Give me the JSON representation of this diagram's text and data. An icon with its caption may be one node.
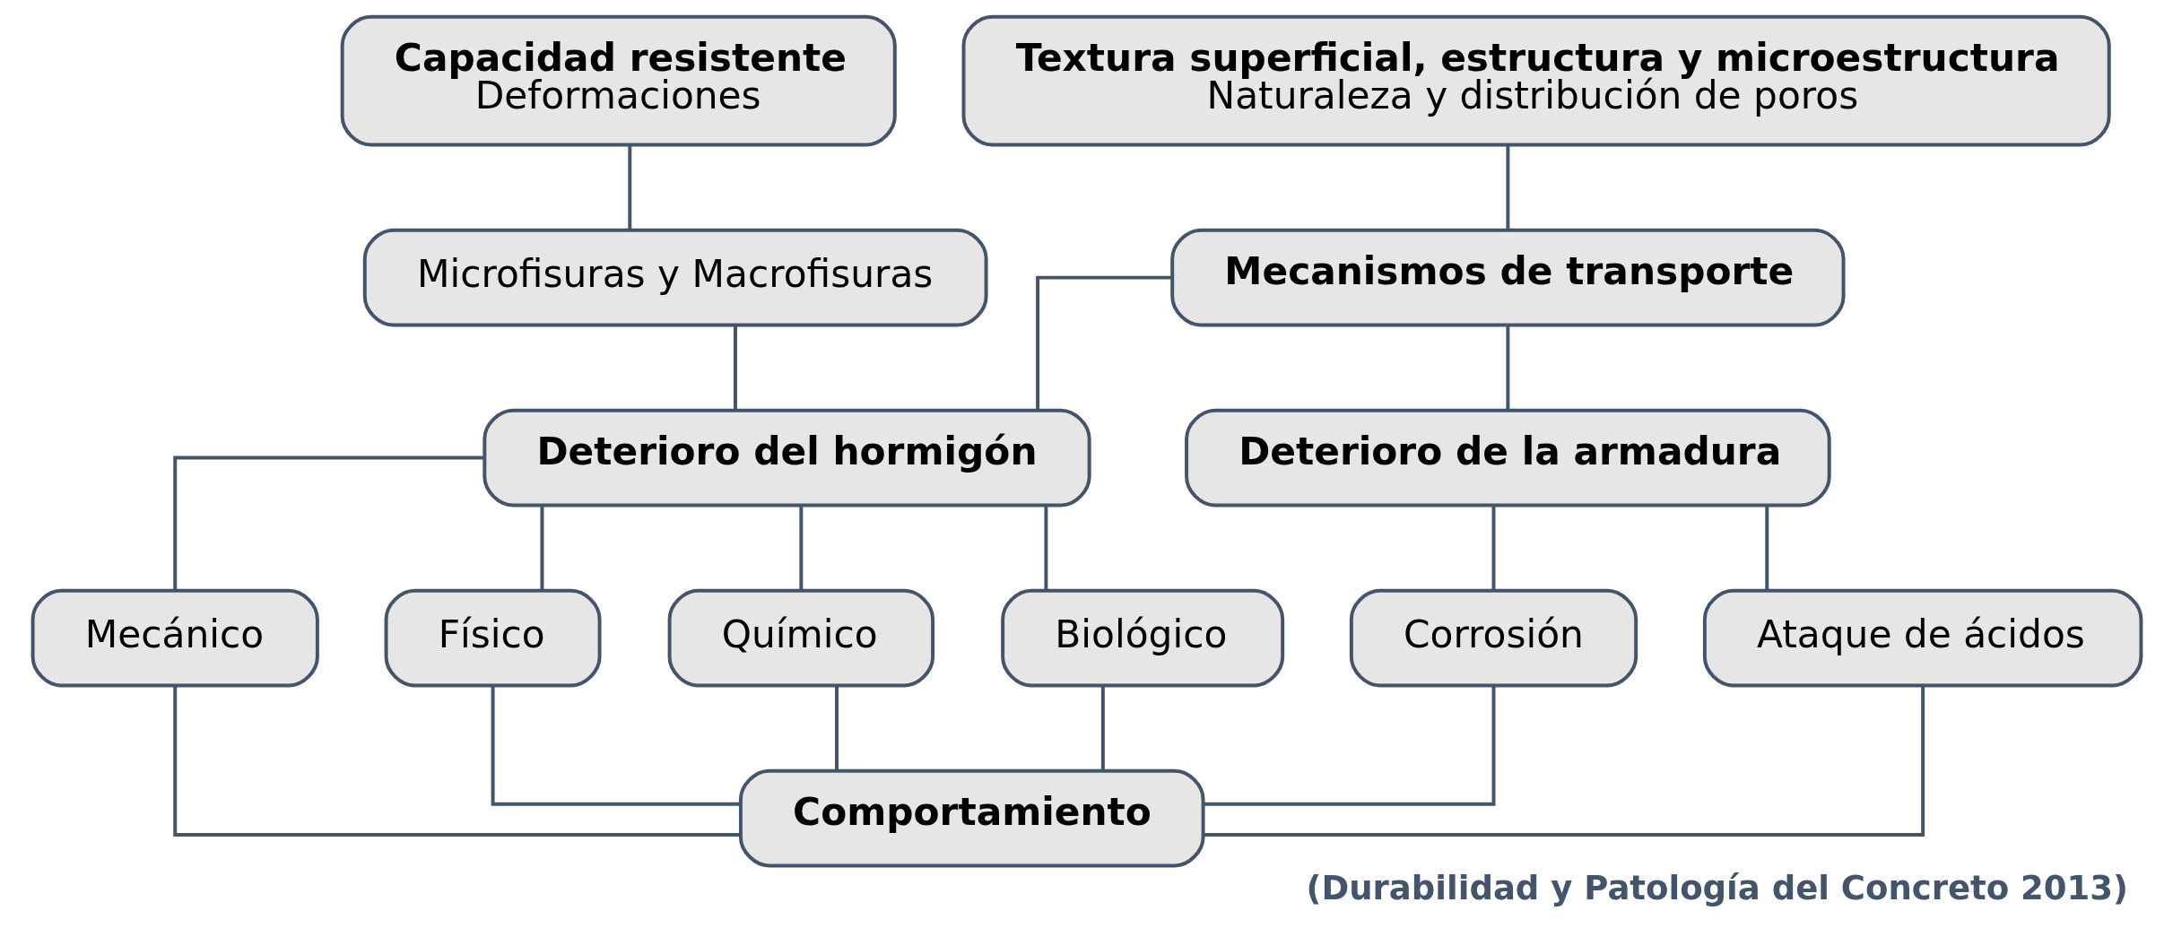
{
  "diagram": {
    "caption": "(Durabilidad y Patología del Concreto 2013)",
    "nodes": [
      {
        "text": [
          "Capacidad resistente",
          "Deformaciones"
        ]
      },
      {
        "text": [
          "Microfisuras y Macrofisuras"
        ]
      },
      {
        "text": [
          "Textura superficial, estructura y microestructura",
          "Naturaleza y distribución de poros"
        ]
      },
      {
        "text": [
          "Mecanismos de transporte"
        ]
      },
      {
        "text": [
          "Deterioro del hormigón"
        ]
      },
      {
        "text": [
          "Deterioro de la armadura"
        ]
      },
      {
        "text": [
          "Mecánico"
        ]
      },
      {
        "text": [
          "Físico"
        ]
      },
      {
        "text": [
          "Químico"
        ]
      },
      {
        "text": [
          "Biológico"
        ]
      },
      {
        "text": [
          "Corrosión"
        ]
      },
      {
        "text": [
          "Ataque de ácidos"
        ]
      },
      {
        "text": [
          "Comportamiento"
        ]
      }
    ],
    "edges": [
      {
        "from": 0,
        "to": 1,
        "arrow": "none"
      },
      {
        "from": 1,
        "to": 4,
        "arrow": "none"
      },
      {
        "from": 2,
        "to": 3,
        "arrow": "none"
      },
      {
        "from": 3,
        "to": 4,
        "arrow": "none"
      },
      {
        "from": 3,
        "to": 5,
        "arrow": "none"
      },
      {
        "from": 4,
        "to": 6,
        "arrow": "none"
      },
      {
        "from": 4,
        "to": 7,
        "arrow": "none"
      },
      {
        "from": 4,
        "to": 8,
        "arrow": "none"
      },
      {
        "from": 4,
        "to": 9,
        "arrow": "none"
      },
      {
        "from": 5,
        "to": 10,
        "arrow": "none"
      },
      {
        "from": 5,
        "to": 11,
        "arrow": "none"
      },
      {
        "from": 6,
        "to": 12,
        "arrow": "none"
      },
      {
        "from": 7,
        "to": 12,
        "arrow": "none"
      },
      {
        "from": 8,
        "to": 12,
        "arrow": "none"
      },
      {
        "from": 9,
        "to": 12,
        "arrow": "none"
      },
      {
        "from": 10,
        "to": 12,
        "arrow": "none"
      },
      {
        "from": 11,
        "to": 12,
        "arrow": "none"
      }
    ]
  }
}
